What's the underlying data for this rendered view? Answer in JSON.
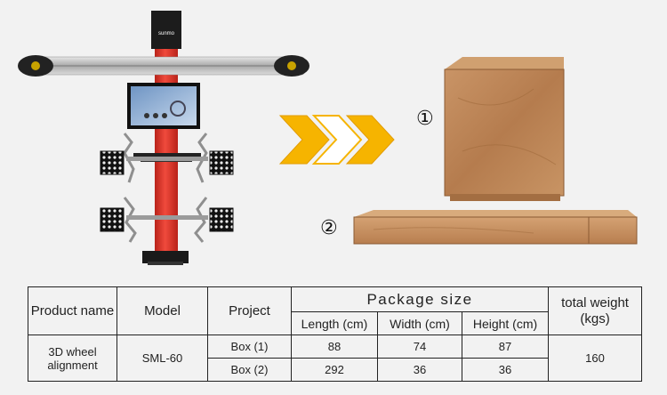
{
  "brand": {
    "logo_text": "sunmo"
  },
  "box_labels": [
    "①",
    "②"
  ],
  "table": {
    "headers": {
      "product_name": "Product name",
      "model": "Model",
      "project": "Project",
      "package_size": "Package size",
      "length": "Length (cm)",
      "width": "Width (cm)",
      "height": "Height (cm)",
      "total_weight": "total weight (kgs)"
    },
    "product_name": "3D wheel alignment",
    "model": "SML-60",
    "rows": [
      {
        "project": "Box (1)",
        "length": "88",
        "width": "74",
        "height": "87"
      },
      {
        "project": "Box (2)",
        "length": "292",
        "width": "36",
        "height": "36"
      }
    ],
    "total_weight": "160"
  },
  "colors": {
    "machine_red": "#e23a2e",
    "arrow_yellow": "#f6b400",
    "crate_wood": "#c48a5c",
    "border": "#222222"
  }
}
